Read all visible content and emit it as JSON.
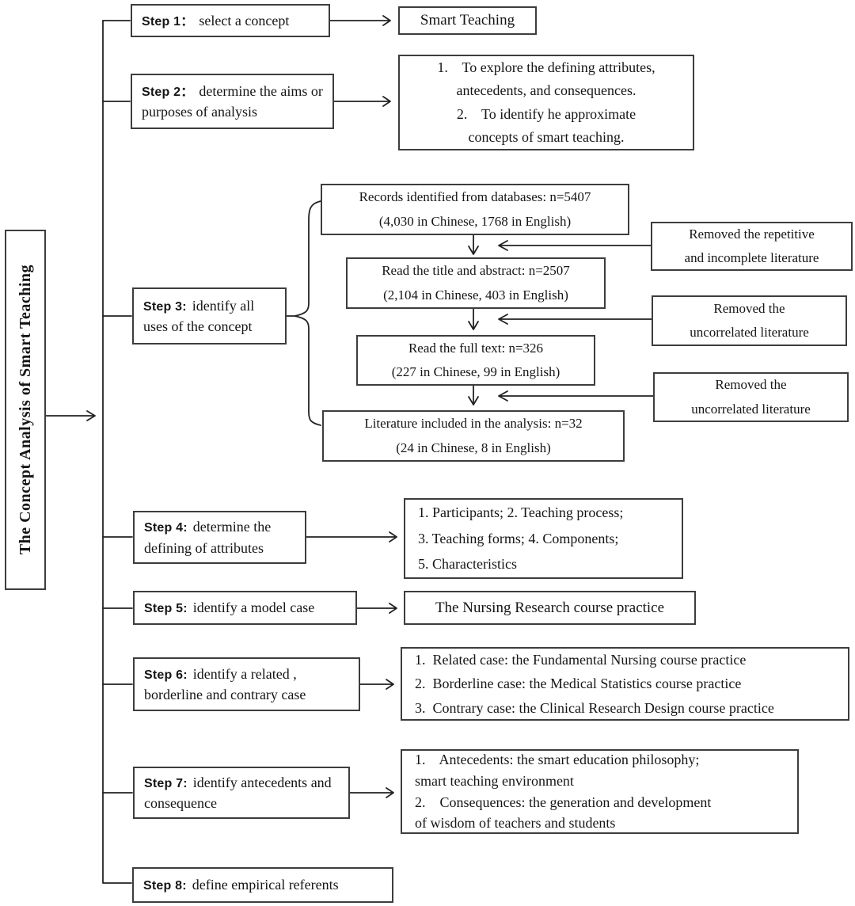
{
  "diagram_title": "The Concept Analysis of Smart Teaching",
  "steps": [
    {
      "label": "Step 1：",
      "text": "select a concept"
    },
    {
      "label": "Step 2：",
      "text": "determine the aims or purposes of analysis"
    },
    {
      "label": "Step 3:",
      "text": "identify all uses of the concept"
    },
    {
      "label": "Step 4:",
      "text": "determine the defining of attributes"
    },
    {
      "label": "Step 5:",
      "text": "identify a model case"
    },
    {
      "label": "Step 6:",
      "text": "identify a related , borderline and contrary case"
    },
    {
      "label": "Step 7:",
      "text": "identify antecedents and consequence"
    },
    {
      "label": "Step 8:",
      "text": "define empirical referents"
    }
  ],
  "results": {
    "step1": "Smart Teaching",
    "step2_lines": [
      "1.    To explore the defining attributes,",
      "antecedents, and consequences.",
      "2.    To identify he approximate",
      "concepts of smart teaching."
    ],
    "step4_lines": [
      "1. Participants; 2. Teaching process;",
      "3. Teaching forms; 4. Components;",
      "5. Characteristics"
    ],
    "step5": "The Nursing Research course practice",
    "step6_lines": [
      "1.  Related case: the Fundamental Nursing course practice",
      "2.  Borderline case: the Medical Statistics course practice",
      "3.  Contrary case: the Clinical Research Design course practice"
    ],
    "step7_lines": [
      "1.    Antecedents: the smart education philosophy;",
      "smart teaching environment",
      "2.    Consequences: the generation and development",
      "of wisdom of teachers and students"
    ]
  },
  "literature_flow": [
    {
      "line1": "Records identified from databases: n=5407",
      "line2": "(4,030 in Chinese, 1768 in English)"
    },
    {
      "line1": "Read the title and abstract: n=2507",
      "line2": "(2,104 in Chinese, 403 in English)"
    },
    {
      "line1": "Read the full text: n=326",
      "line2": "(227 in Chinese, 99 in English)"
    },
    {
      "line1": "Literature included in the analysis: n=32",
      "line2": "(24 in Chinese, 8 in English)"
    }
  ],
  "removal_boxes": [
    {
      "line1": "Removed the repetitive",
      "line2": "and incomplete literature"
    },
    {
      "line1": "Removed the",
      "line2": "uncorrelated literature"
    },
    {
      "line1": "Removed the",
      "line2": "uncorrelated literature"
    }
  ],
  "colors": {
    "line": "#222222",
    "border": "#3d3d3d",
    "text": "#151515"
  }
}
